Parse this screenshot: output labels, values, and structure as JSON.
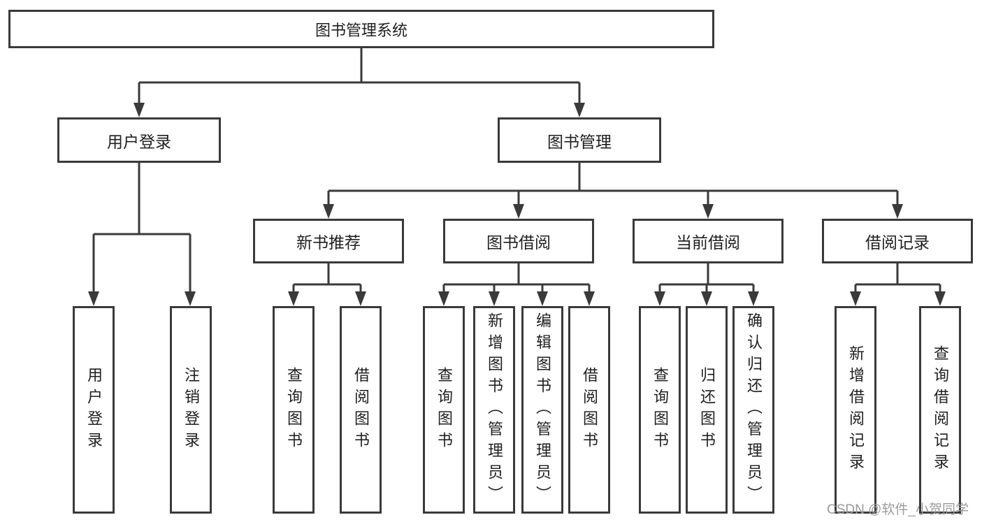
{
  "diagram": {
    "title": "图书管理系统",
    "colors": {
      "line": "#3a3a3a",
      "box_border": "#3a3a3a",
      "text": "#1f1f1f",
      "watermark": "#9b9b9b",
      "background": "#ffffff"
    },
    "tree": {
      "root": {
        "label": "图书管理系统"
      },
      "level2": [
        {
          "label": "用户登录"
        },
        {
          "label": "图书管理"
        }
      ],
      "level3": [
        {
          "label": "新书推荐"
        },
        {
          "label": "图书借阅"
        },
        {
          "label": "当前借阅"
        },
        {
          "label": "借阅记录"
        }
      ],
      "leaves": {
        "user": [
          {
            "label": "用户登录"
          },
          {
            "label": "注销登录"
          }
        ],
        "newbook": [
          {
            "label": "查询图书"
          },
          {
            "label": "借阅图书"
          }
        ],
        "borrow": [
          {
            "label": "查询图书"
          },
          {
            "label": "新增图书（管理员）"
          },
          {
            "label": "编辑图书（管理员）"
          },
          {
            "label": "借阅图书"
          }
        ],
        "current": [
          {
            "label": "查询图书"
          },
          {
            "label": "归还图书"
          },
          {
            "label": "确认归还（管理员）"
          }
        ],
        "records": [
          {
            "label": "新增借阅记录"
          },
          {
            "label": "查询借阅记录"
          }
        ]
      }
    },
    "watermark": {
      "text": "CSDN @软件_小贺同学"
    }
  }
}
